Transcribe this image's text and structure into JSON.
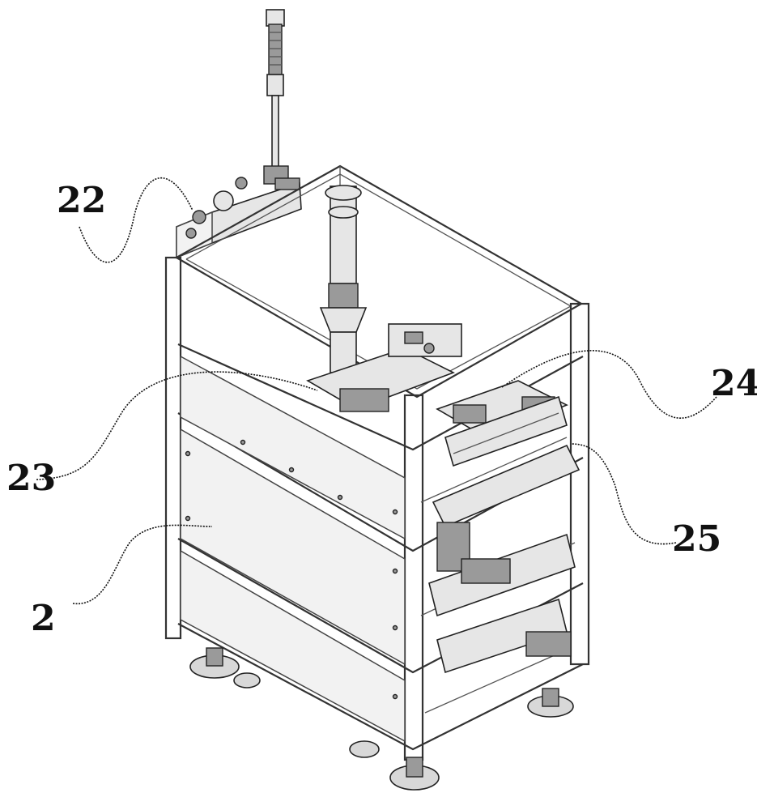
{
  "figure": {
    "labels": {
      "frame": "2",
      "part_22": "22",
      "part_23": "23",
      "part_24": "24",
      "part_25": "25"
    }
  }
}
